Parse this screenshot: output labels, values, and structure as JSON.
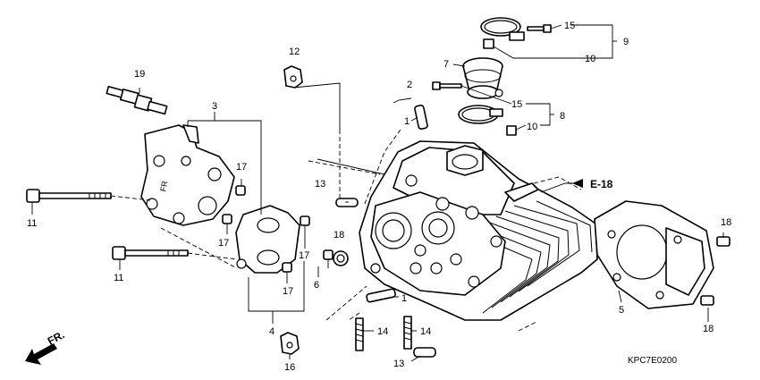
{
  "diagram": {
    "callouts": [
      {
        "id": "c15a",
        "label": "15"
      },
      {
        "id": "c9",
        "label": "9"
      },
      {
        "id": "c10a",
        "label": "10"
      },
      {
        "id": "c7",
        "label": "7"
      },
      {
        "id": "c12",
        "label": "12"
      },
      {
        "id": "c2",
        "label": "2"
      },
      {
        "id": "c15b",
        "label": "15"
      },
      {
        "id": "c8",
        "label": "8"
      },
      {
        "id": "c10b",
        "label": "10"
      },
      {
        "id": "c1a",
        "label": "1"
      },
      {
        "id": "c19",
        "label": "19"
      },
      {
        "id": "c3",
        "label": "3"
      },
      {
        "id": "c17a",
        "label": "17"
      },
      {
        "id": "c13a",
        "label": "13"
      },
      {
        "id": "c11a",
        "label": "11"
      },
      {
        "id": "c17b",
        "label": "17"
      },
      {
        "id": "c17c",
        "label": "17"
      },
      {
        "id": "c18a",
        "label": "18"
      },
      {
        "id": "c6",
        "label": "6"
      },
      {
        "id": "c11b",
        "label": "11"
      },
      {
        "id": "c17d",
        "label": "17"
      },
      {
        "id": "c1b",
        "label": "1"
      },
      {
        "id": "c18b",
        "label": "18"
      },
      {
        "id": "c5",
        "label": "5"
      },
      {
        "id": "c18c",
        "label": "18"
      },
      {
        "id": "c4",
        "label": "4"
      },
      {
        "id": "c14a",
        "label": "14"
      },
      {
        "id": "c14b",
        "label": "14"
      },
      {
        "id": "c16",
        "label": "16"
      },
      {
        "id": "c13b",
        "label": "13"
      }
    ],
    "reference": "E-18",
    "direction_label": "FR.",
    "embossed_text": "FR",
    "diagram_code": "KPC7E0200"
  }
}
